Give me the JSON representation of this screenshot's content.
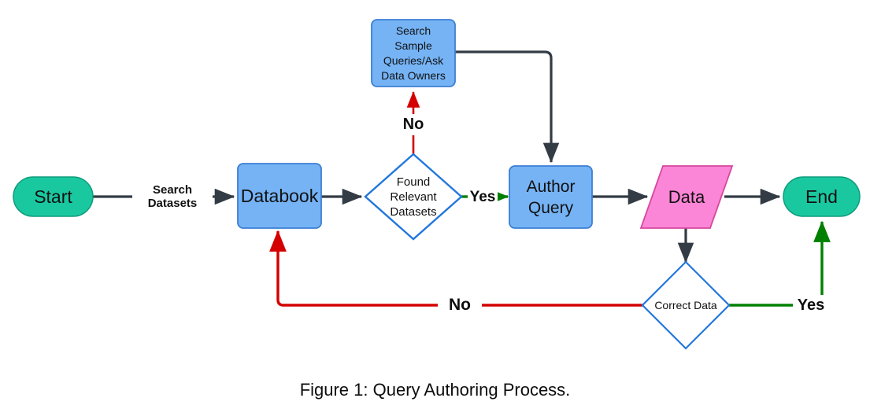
{
  "figure": {
    "caption": "Figure 1: Query Authoring Process.",
    "title": "Query Authoring Process"
  },
  "colors": {
    "terminator_fill": "#1ac8a0",
    "terminator_stroke": "#0f9c7c",
    "process_fill": "#75b3f5",
    "process_stroke": "#3b7fd4",
    "data_fill": "#fb85d6",
    "data_stroke": "#d6479f",
    "decision_stroke": "#2277dd",
    "decision_fill": "#ffffff",
    "edge_default": "#333b45",
    "edge_no": "#d40000",
    "edge_yes": "#008000",
    "text": "#111111"
  },
  "nodes": [
    {
      "id": "start",
      "label": "Start",
      "shape": "terminator"
    },
    {
      "id": "databook",
      "label": "Databook",
      "shape": "process"
    },
    {
      "id": "found",
      "label": "Found\nRelevant\nDatasets",
      "shape": "decision"
    },
    {
      "id": "searchsample",
      "label": "Search\nSample\nQueries/Ask\nData Owners",
      "shape": "process"
    },
    {
      "id": "authorquery",
      "label": "Author\nQuery",
      "shape": "process"
    },
    {
      "id": "data",
      "label": "Data",
      "shape": "data"
    },
    {
      "id": "correct",
      "label": "Correct Data",
      "shape": "decision"
    },
    {
      "id": "end",
      "label": "End",
      "shape": "terminator"
    }
  ],
  "node_text": {
    "start": "Start",
    "databook": "Databook",
    "found_line1": "Found",
    "found_line2": "Relevant",
    "found_line3": "Datasets",
    "searchsample_line1": "Search",
    "searchsample_line2": "Sample",
    "searchsample_line3": "Queries/Ask",
    "searchsample_line4": "Data Owners",
    "authorquery_line1": "Author",
    "authorquery_line2": "Query",
    "data": "Data",
    "correct": "Correct Data",
    "end": "End"
  },
  "edges": [
    {
      "id": "e1",
      "from": "start",
      "to": "databook",
      "label": "Search Datasets",
      "color": "edge_default"
    },
    {
      "id": "e2",
      "from": "databook",
      "to": "found",
      "label": "",
      "color": "edge_default"
    },
    {
      "id": "e3",
      "from": "found",
      "to": "searchsample",
      "label": "No",
      "color": "edge_no"
    },
    {
      "id": "e4",
      "from": "found",
      "to": "authorquery",
      "label": "Yes",
      "color": "edge_yes"
    },
    {
      "id": "e5",
      "from": "searchsample",
      "to": "authorquery",
      "label": "",
      "color": "edge_default"
    },
    {
      "id": "e6",
      "from": "authorquery",
      "to": "data",
      "label": "",
      "color": "edge_default"
    },
    {
      "id": "e7",
      "from": "data",
      "to": "end",
      "label": "",
      "color": "edge_default"
    },
    {
      "id": "e8",
      "from": "data",
      "to": "correct",
      "label": "",
      "color": "edge_default"
    },
    {
      "id": "e9",
      "from": "correct",
      "to": "databook",
      "label": "No",
      "color": "edge_no"
    },
    {
      "id": "e10",
      "from": "correct",
      "to": "end",
      "label": "Yes",
      "color": "edge_yes"
    }
  ],
  "edge_labels": {
    "search_datasets": "Search Datasets",
    "no_found": "No",
    "yes_found": "Yes",
    "no_correct": "No",
    "yes_correct": "Yes"
  }
}
